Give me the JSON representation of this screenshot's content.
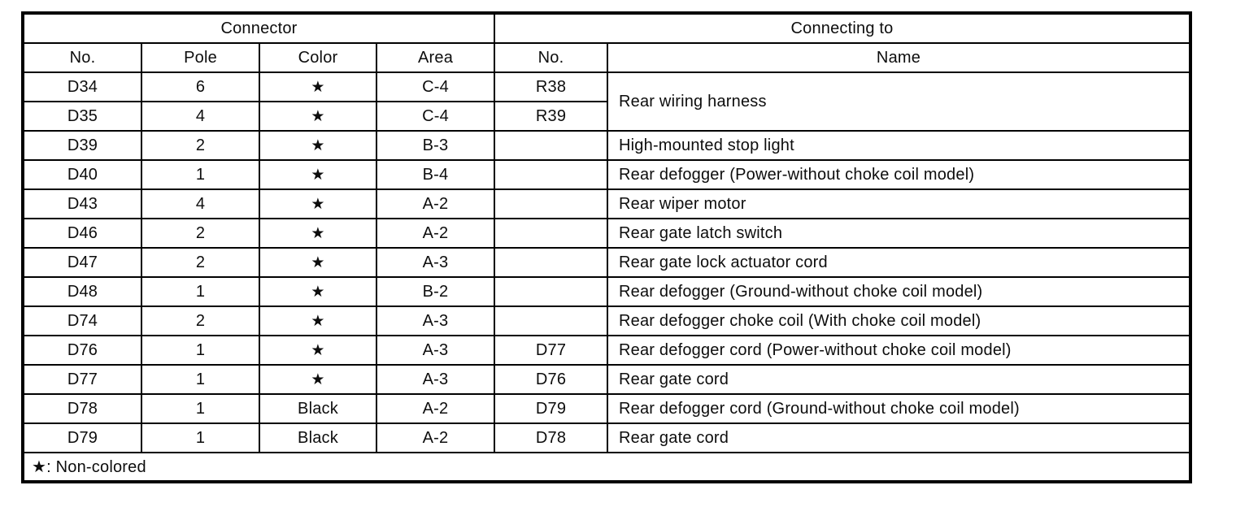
{
  "table": {
    "group_headers": [
      {
        "label": "Connector",
        "colspan": 4
      },
      {
        "label": "Connecting to",
        "colspan": 2
      }
    ],
    "column_headers": [
      "No.",
      "Pole",
      "Color",
      "Area",
      "No.",
      "Name"
    ],
    "rows": [
      {
        "no": "D34",
        "pole": "6",
        "color": "★",
        "area": "C-4",
        "to_no": "R38",
        "name": "Rear wiring harness"
      },
      {
        "no": "D35",
        "pole": "4",
        "color": "★",
        "area": "C-4",
        "to_no": "R39"
      },
      {
        "no": "D39",
        "pole": "2",
        "color": "★",
        "area": "B-3",
        "to_no": "",
        "name": "High-mounted stop light"
      },
      {
        "no": "D40",
        "pole": "1",
        "color": "★",
        "area": "B-4",
        "to_no": "",
        "name": "Rear defogger (Power-without choke coil model)"
      },
      {
        "no": "D43",
        "pole": "4",
        "color": "★",
        "area": "A-2",
        "to_no": "",
        "name": "Rear wiper motor"
      },
      {
        "no": "D46",
        "pole": "2",
        "color": "★",
        "area": "A-2",
        "to_no": "",
        "name": "Rear gate latch switch"
      },
      {
        "no": "D47",
        "pole": "2",
        "color": "★",
        "area": "A-3",
        "to_no": "",
        "name": "Rear gate lock actuator cord"
      },
      {
        "no": "D48",
        "pole": "1",
        "color": "★",
        "area": "B-2",
        "to_no": "",
        "name": "Rear defogger (Ground-without choke coil model)"
      },
      {
        "no": "D74",
        "pole": "2",
        "color": "★",
        "area": "A-3",
        "to_no": "",
        "name": "Rear defogger choke coil (With choke coil model)"
      },
      {
        "no": "D76",
        "pole": "1",
        "color": "★",
        "area": "A-3",
        "to_no": "D77",
        "name": "Rear defogger cord (Power-without choke coil model)"
      },
      {
        "no": "D77",
        "pole": "1",
        "color": "★",
        "area": "A-3",
        "to_no": "D76",
        "name": "Rear gate cord"
      },
      {
        "no": "D78",
        "pole": "1",
        "color": "Black",
        "area": "A-2",
        "to_no": "D79",
        "name": "Rear defogger cord (Ground-without choke coil model)"
      },
      {
        "no": "D79",
        "pole": "1",
        "color": "Black",
        "area": "A-2",
        "to_no": "D78",
        "name": "Rear gate cord"
      }
    ],
    "footnote": "★: Non-colored",
    "star_symbol": "★",
    "colors": {
      "border": "#000000",
      "text": "#0d0d0d",
      "background": "#ffffff"
    }
  }
}
